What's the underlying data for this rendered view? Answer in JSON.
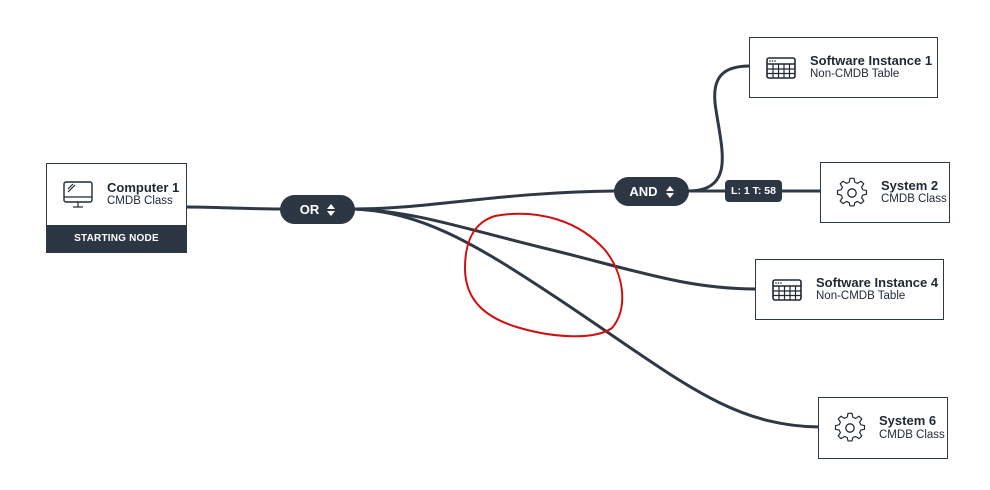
{
  "colors": {
    "edge": "#2f3845",
    "node_border": "#2f3845",
    "dark_fill": "#2d3744",
    "annotation": "#d01010",
    "background": "#ffffff"
  },
  "nodes": {
    "computer1": {
      "title": "Computer 1",
      "subtitle": "CMDB Class",
      "icon": "monitor-icon",
      "footer": "STARTING NODE"
    },
    "software_instance_1": {
      "title": "Software Instance 1",
      "subtitle": "Non-CMDB Table",
      "icon": "table-icon"
    },
    "system2": {
      "title": "System 2",
      "subtitle": "CMDB Class",
      "icon": "gear-icon"
    },
    "software_instance_4": {
      "title": "Software Instance 4",
      "subtitle": "Non-CMDB Table",
      "icon": "table-icon"
    },
    "system6": {
      "title": "System 6",
      "subtitle": "CMDB Class",
      "icon": "gear-icon"
    }
  },
  "operators": {
    "or": {
      "label": "OR",
      "icon": "sort-icon"
    },
    "and": {
      "label": "AND",
      "icon": "sort-icon"
    }
  },
  "edge_labels": {
    "and_to_system2": "L: 1 T: 58"
  },
  "annotation": {
    "type": "red-freehand-circle",
    "target": "crossing edges from OR to Software Instance 4 and System 6"
  }
}
